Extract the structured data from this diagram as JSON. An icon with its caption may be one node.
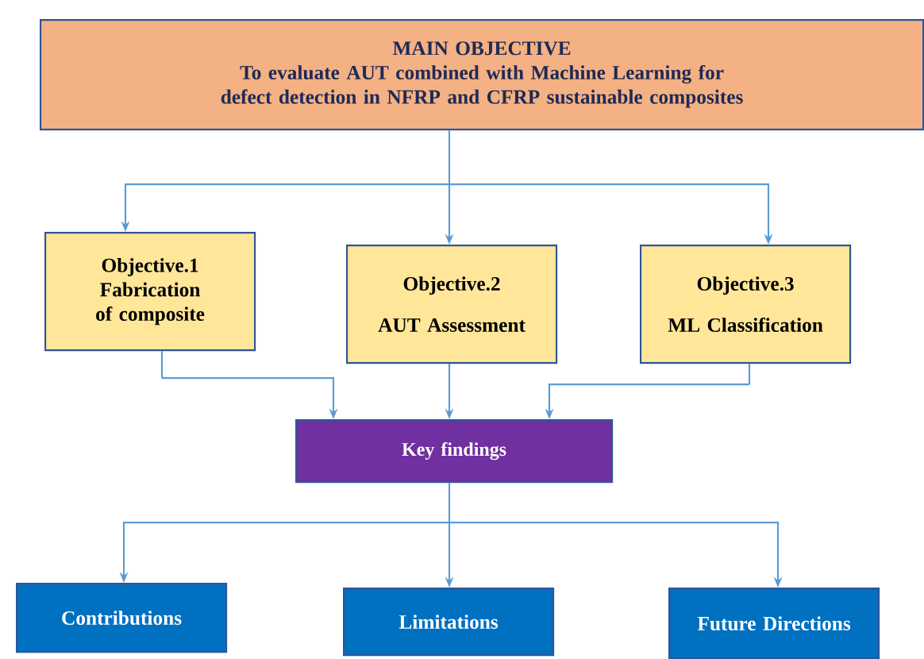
{
  "diagram": {
    "nodes": [
      {
        "text": [
          "MAIN OBJECTIVE",
          "To evaluate AUT combined with Machine Learning for defect detection in NFRP and CFRP sustainable composites"
        ]
      },
      {
        "text": [
          "Objective.1",
          "Fabrication of composite"
        ]
      },
      {
        "text": [
          "Objective.2",
          "AUT Assessment"
        ]
      },
      {
        "text": [
          "Objective.3",
          "ML Classification"
        ]
      },
      {
        "text": [
          "Key findings"
        ]
      },
      {
        "text": [
          "Contributions"
        ]
      },
      {
        "text": [
          "Limitations"
        ]
      },
      {
        "text": [
          "Future Directions"
        ]
      }
    ],
    "edges": [
      {
        "from": 0,
        "to": 1,
        "arrow": "to"
      },
      {
        "from": 0,
        "to": 2,
        "arrow": "to"
      },
      {
        "from": 0,
        "to": 3,
        "arrow": "to"
      },
      {
        "from": 1,
        "to": 4,
        "arrow": "to"
      },
      {
        "from": 2,
        "to": 4,
        "arrow": "to"
      },
      {
        "from": 3,
        "to": 4,
        "arrow": "to"
      },
      {
        "from": 4,
        "to": 5,
        "arrow": "to"
      },
      {
        "from": 4,
        "to": 6,
        "arrow": "to"
      },
      {
        "from": 4,
        "to": 7,
        "arrow": "to"
      }
    ]
  }
}
